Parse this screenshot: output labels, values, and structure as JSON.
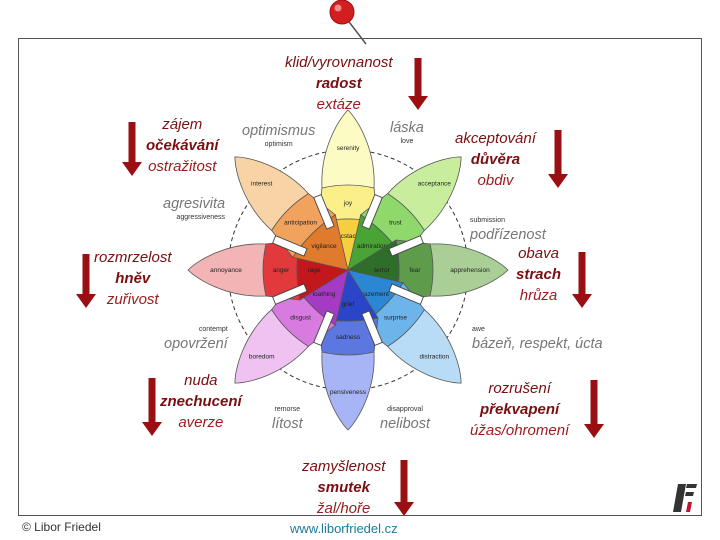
{
  "colors": {
    "arrow": "#9b0f13",
    "text_dark": "#7a0f12",
    "text_gray": "#777777",
    "url": "#1a7d9a"
  },
  "groups": {
    "joy": {
      "mild": "klid/vyrovnanost",
      "core": "radost",
      "intense": "extáze"
    },
    "trust": {
      "mild": "akceptování",
      "core": "důvěra",
      "intense": "obdiv"
    },
    "fear": {
      "mild": "obava",
      "core": "strach",
      "intense": "hrůza"
    },
    "surprise": {
      "mild": "rozrušení",
      "core": "překvapení",
      "intense": "úžas/ohromení"
    },
    "sadness": {
      "mild": "zamyšlenost",
      "core": "smutek",
      "intense": "žal/hoře"
    },
    "disgust": {
      "mild": "nuda",
      "core": "znechucení",
      "intense": "averze"
    },
    "anger": {
      "mild": "rozmrzelost",
      "core": "hněv",
      "intense": "zuřivost"
    },
    "anticipation": {
      "mild": "zájem",
      "core": "očekávání",
      "intense": "ostražitost"
    }
  },
  "dyads": {
    "love": {
      "en": "love",
      "cz": "láska"
    },
    "submission": {
      "en": "submission",
      "cz": "podřízenost"
    },
    "awe": {
      "en": "awe",
      "cz": "bázeň, respekt, úcta"
    },
    "disapproval": {
      "en": "disapproval",
      "cz": "nelibost"
    },
    "remorse": {
      "en": "remorse",
      "cz": "lítost"
    },
    "contempt": {
      "en": "contempt",
      "cz": "opovržení"
    },
    "aggressiveness": {
      "en": "aggressiveness",
      "cz": "agresivita"
    },
    "optimism": {
      "en": "optimism",
      "cz": "optimismus"
    }
  },
  "wheel": {
    "petals": [
      {
        "id": "joy",
        "angle": 0,
        "outer": "serenity",
        "mid": "joy",
        "inner": "ecstacy",
        "c1": "#fdfbc4",
        "c2": "#fbef8a",
        "c3": "#f6cf3e"
      },
      {
        "id": "trust",
        "angle": 45,
        "outer": "acceptance",
        "mid": "trust",
        "inner": "admiration",
        "c1": "#c8ee9d",
        "c2": "#8fd86b",
        "c3": "#4aa335"
      },
      {
        "id": "fear",
        "angle": 90,
        "outer": "apprehension",
        "mid": "fear",
        "inner": "terror",
        "c1": "#a9cf96",
        "c2": "#5e9c4b",
        "c3": "#2f6d2b"
      },
      {
        "id": "surprise",
        "angle": 135,
        "outer": "distraction",
        "mid": "surprise",
        "inner": "amazement",
        "c1": "#b8dcf5",
        "c2": "#6cb4ea",
        "c3": "#2b87d4"
      },
      {
        "id": "sadness",
        "angle": 180,
        "outer": "pensiveness",
        "mid": "sadness",
        "inner": "grief",
        "c1": "#a7b4f5",
        "c2": "#5c78e0",
        "c3": "#2b45c9"
      },
      {
        "id": "disgust",
        "angle": 225,
        "outer": "boredom",
        "mid": "disgust",
        "inner": "loathing",
        "c1": "#efc2f2",
        "c2": "#d77be0",
        "c3": "#a53bc4"
      },
      {
        "id": "anger",
        "angle": 270,
        "outer": "annoyance",
        "mid": "anger",
        "inner": "rage",
        "c1": "#f2b4b4",
        "c2": "#e2393c",
        "c3": "#c2181d"
      },
      {
        "id": "anticipation",
        "angle": 315,
        "outer": "interest",
        "mid": "anticipation",
        "inner": "vigilance",
        "c1": "#f8d3a6",
        "c2": "#f1a35e",
        "c3": "#e07a2c"
      }
    ]
  },
  "footer": {
    "copyright": "© Libor Friedel",
    "url": "www.liborfriedel.cz"
  }
}
